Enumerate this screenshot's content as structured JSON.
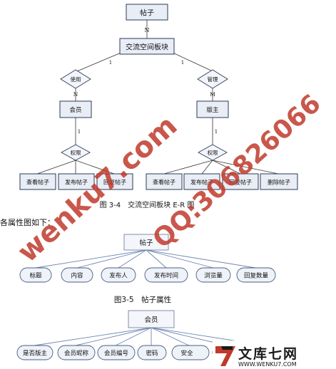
{
  "er": {
    "post": "帖子",
    "card_n": "N",
    "board": "交流空间板块",
    "card_1_left": "1",
    "card_1_right": "1",
    "use": "使用",
    "manage": "管理",
    "card_n2": "N",
    "card_m": "M",
    "member": "会员",
    "moderator": "版主",
    "card_1_member": "1",
    "card_1_mod": "1",
    "perm_left": "权限",
    "perm_right": "权限",
    "left_actions": [
      "查看帖子",
      "发布帖子",
      "回复帖子"
    ],
    "right_actions": [
      "查看帖子",
      "发布帖子",
      "回复帖子",
      "删除帖子"
    ],
    "caption": "图 3-4　交流空间板块 E-R 图"
  },
  "intro_text": "各属性图如下：",
  "post_attrs": {
    "root": "帖子",
    "attrs": [
      "标题",
      "内容",
      "发布人",
      "发布时间",
      "浏览量",
      "回复数量"
    ],
    "caption": "图3-5　帖子属性"
  },
  "member_attrs": {
    "root": "会员",
    "attrs": [
      "是否版主",
      "会员昵称",
      "会员编号",
      "密码",
      "安全"
    ]
  },
  "watermark": {
    "site": "wenku7.com",
    "qq": "QQ:306826066",
    "logo_text": "文库七网",
    "logo_url": "WWW.WENKU7.COM",
    "color": "#c0392b"
  }
}
